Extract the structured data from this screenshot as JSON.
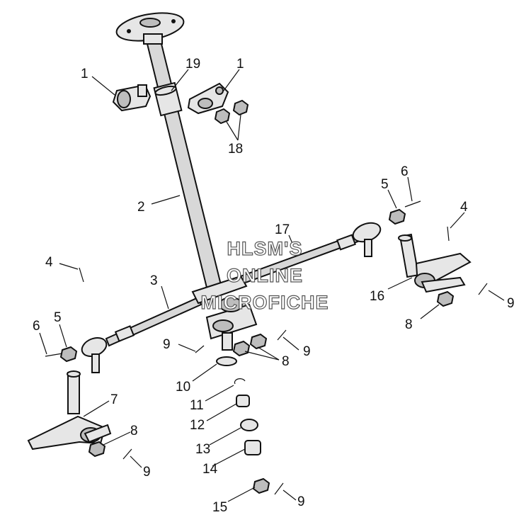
{
  "callouts": [
    {
      "text": "1"
    },
    {
      "text": "19"
    },
    {
      "text": "1"
    },
    {
      "text": "18"
    },
    {
      "text": "2"
    },
    {
      "text": "6"
    },
    {
      "text": "5"
    },
    {
      "text": "4"
    },
    {
      "text": "17"
    },
    {
      "text": "4"
    },
    {
      "text": "3"
    },
    {
      "text": "16"
    },
    {
      "text": "9"
    },
    {
      "text": "8"
    },
    {
      "text": "6"
    },
    {
      "text": "5"
    },
    {
      "text": "9"
    },
    {
      "text": "9"
    },
    {
      "text": "8"
    },
    {
      "text": "10"
    },
    {
      "text": "7"
    },
    {
      "text": "11"
    },
    {
      "text": "12"
    },
    {
      "text": "8"
    },
    {
      "text": "13"
    },
    {
      "text": "9"
    },
    {
      "text": "14"
    },
    {
      "text": "15"
    },
    {
      "text": "9"
    }
  ],
  "watermark": {
    "line1": "HLSM'S",
    "line2": "ONLINE",
    "line3": "MICROFICHE"
  }
}
